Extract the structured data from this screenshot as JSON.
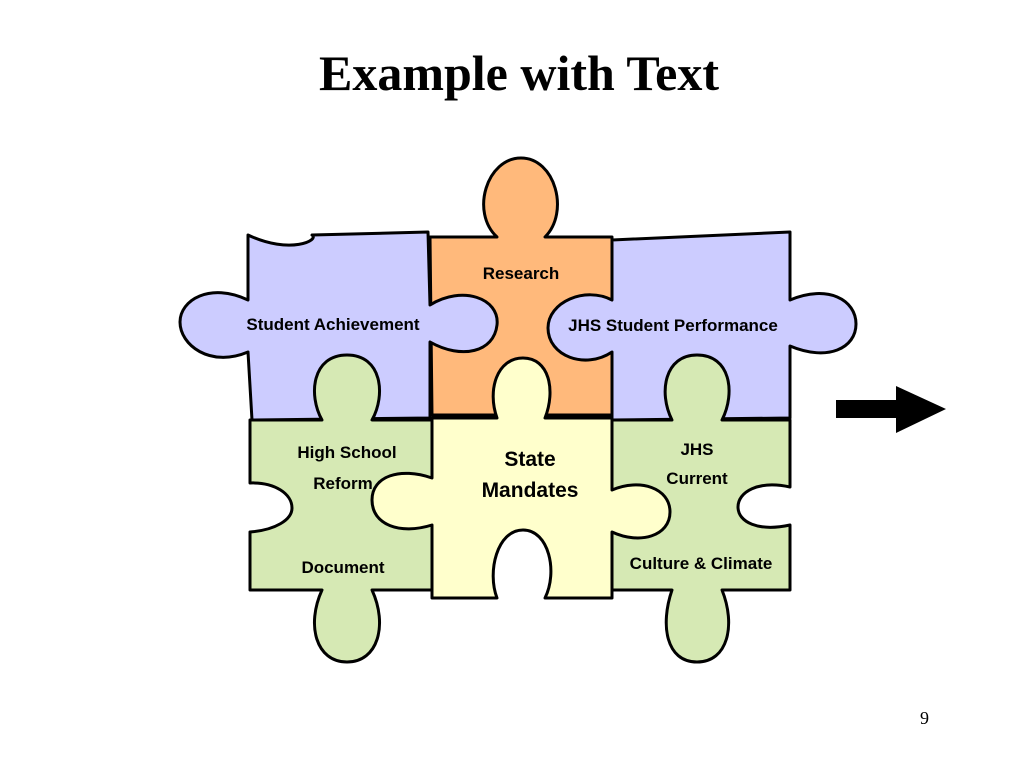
{
  "title": "Example with Text",
  "page_number": "9",
  "colors": {
    "purple": "#ccccff",
    "orange": "#ffb97b",
    "green": "#d6e9b4",
    "yellow": "#ffffcc",
    "outline": "#000000"
  },
  "pieces": {
    "research": {
      "label": "Research"
    },
    "student_achievement": {
      "label": "Student Achievement"
    },
    "jhs_student_performance": {
      "label": "JHS Student Performance"
    },
    "high_school_reform": {
      "line1": "High School",
      "line2": "Reform",
      "line3": "Document"
    },
    "state_mandates": {
      "line1": "State",
      "line2": "Mandates"
    },
    "jhs_current": {
      "line1": "JHS",
      "line2": "Current",
      "line3": "Culture & Climate"
    }
  },
  "arrow": {
    "icon": "right-arrow-icon",
    "direction": "right"
  }
}
